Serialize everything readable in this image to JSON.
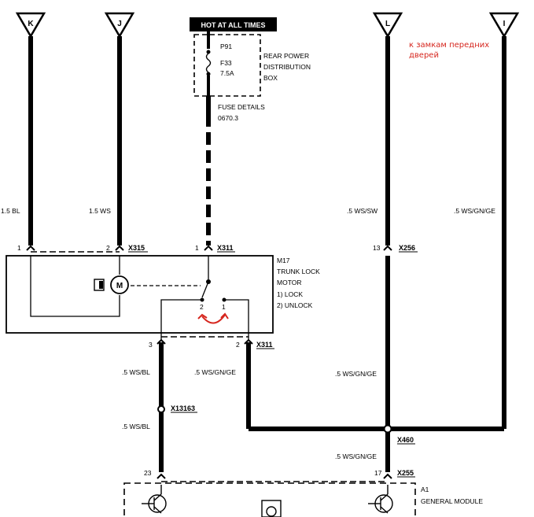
{
  "connectors_top": [
    {
      "id": "K",
      "label": "K"
    },
    {
      "id": "J",
      "label": "J"
    },
    {
      "id": "L",
      "label": "L"
    },
    {
      "id": "I",
      "label": "I"
    }
  ],
  "hot_at_all_times": "HOT AT ALL TIMES",
  "fuse_box": {
    "ref": "P91",
    "line1": "REAR POWER",
    "line2": "DISTRIBUTION",
    "line3": "BOX",
    "fuse_id": "F33",
    "fuse_rating": "7.5A"
  },
  "fuse_details": {
    "line1": "FUSE DETAILS",
    "line2": "0670.3"
  },
  "annotation_ru": {
    "line1": "к замкам передних",
    "line2": "дверей"
  },
  "wires": {
    "k": "1.5 BL",
    "j": "1.5 WS",
    "l": ".5 WS/SW",
    "i": ".5 WS/GN/GE",
    "pin3_down": ".5 WS/BL",
    "pin2_down": ".5 WS/GN/GE",
    "l_down": ".5 WS/GN/GE",
    "below_x13163": ".5 WS/BL",
    "below_x460": ".5 WS/GN/GE"
  },
  "pins": {
    "p1_k": "1",
    "p2_j": "2",
    "x315": "X315",
    "p1_fuse": "1",
    "x311_top": "X311",
    "p13": "13",
    "x256": "X256",
    "p3": "3",
    "p2": "2",
    "x311_bottom": "X311",
    "x13163": "X13163",
    "x460": "X460",
    "p23": "23",
    "p17": "17",
    "x255": "X255"
  },
  "motor": {
    "ref": "M17",
    "line1": "TRUNK LOCK",
    "line2": "MOTOR",
    "mode1": "1)  LOCK",
    "mode2": "2)  UNLOCK",
    "symbol": "M",
    "switch_pos_2": "2",
    "switch_pos_1": "1"
  },
  "module": {
    "ref": "A1",
    "name": "GENERAL MODULE"
  }
}
